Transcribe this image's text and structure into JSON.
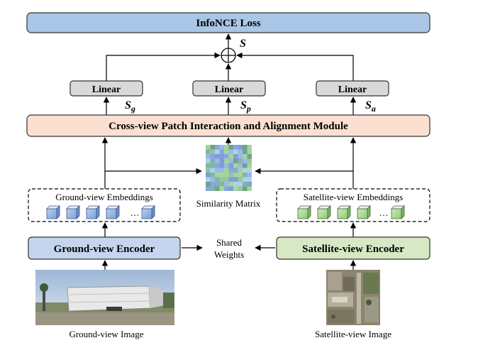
{
  "loss": {
    "label": "InfoNCE Loss"
  },
  "fusion": {
    "label": "S"
  },
  "linear_heads": [
    {
      "label": "Linear",
      "score_base": "S",
      "score_sub": "g"
    },
    {
      "label": "Linear",
      "score_base": "S",
      "score_sub": "p"
    },
    {
      "label": "Linear",
      "score_base": "S",
      "score_sub": "a"
    }
  ],
  "module": {
    "label": "Cross-view Patch Interaction and Alignment Module"
  },
  "similarity": {
    "label": "Similarity Matrix"
  },
  "ground": {
    "embeddings_label": "Ground-view Embeddings",
    "encoder_label": "Ground-view Encoder",
    "image_label": "Ground-view Image"
  },
  "satellite": {
    "embeddings_label": "Satellite-view Embeddings",
    "encoder_label": "Satellite-view Encoder",
    "image_label": "Satellite-view Image"
  },
  "shared": {
    "line1": "Shared",
    "line2": "Weights"
  },
  "ellipsis": "…",
  "colors": {
    "loss_fill": "#a9c6e6",
    "linear_fill": "#d9d9d9",
    "module_fill": "#fbe0d2",
    "ground_encoder_fill": "#c6d5ee",
    "satellite_encoder_fill": "#d6e8c4",
    "ground_cube": "#a8c2ea",
    "satellite_cube": "#b9e0a4"
  }
}
